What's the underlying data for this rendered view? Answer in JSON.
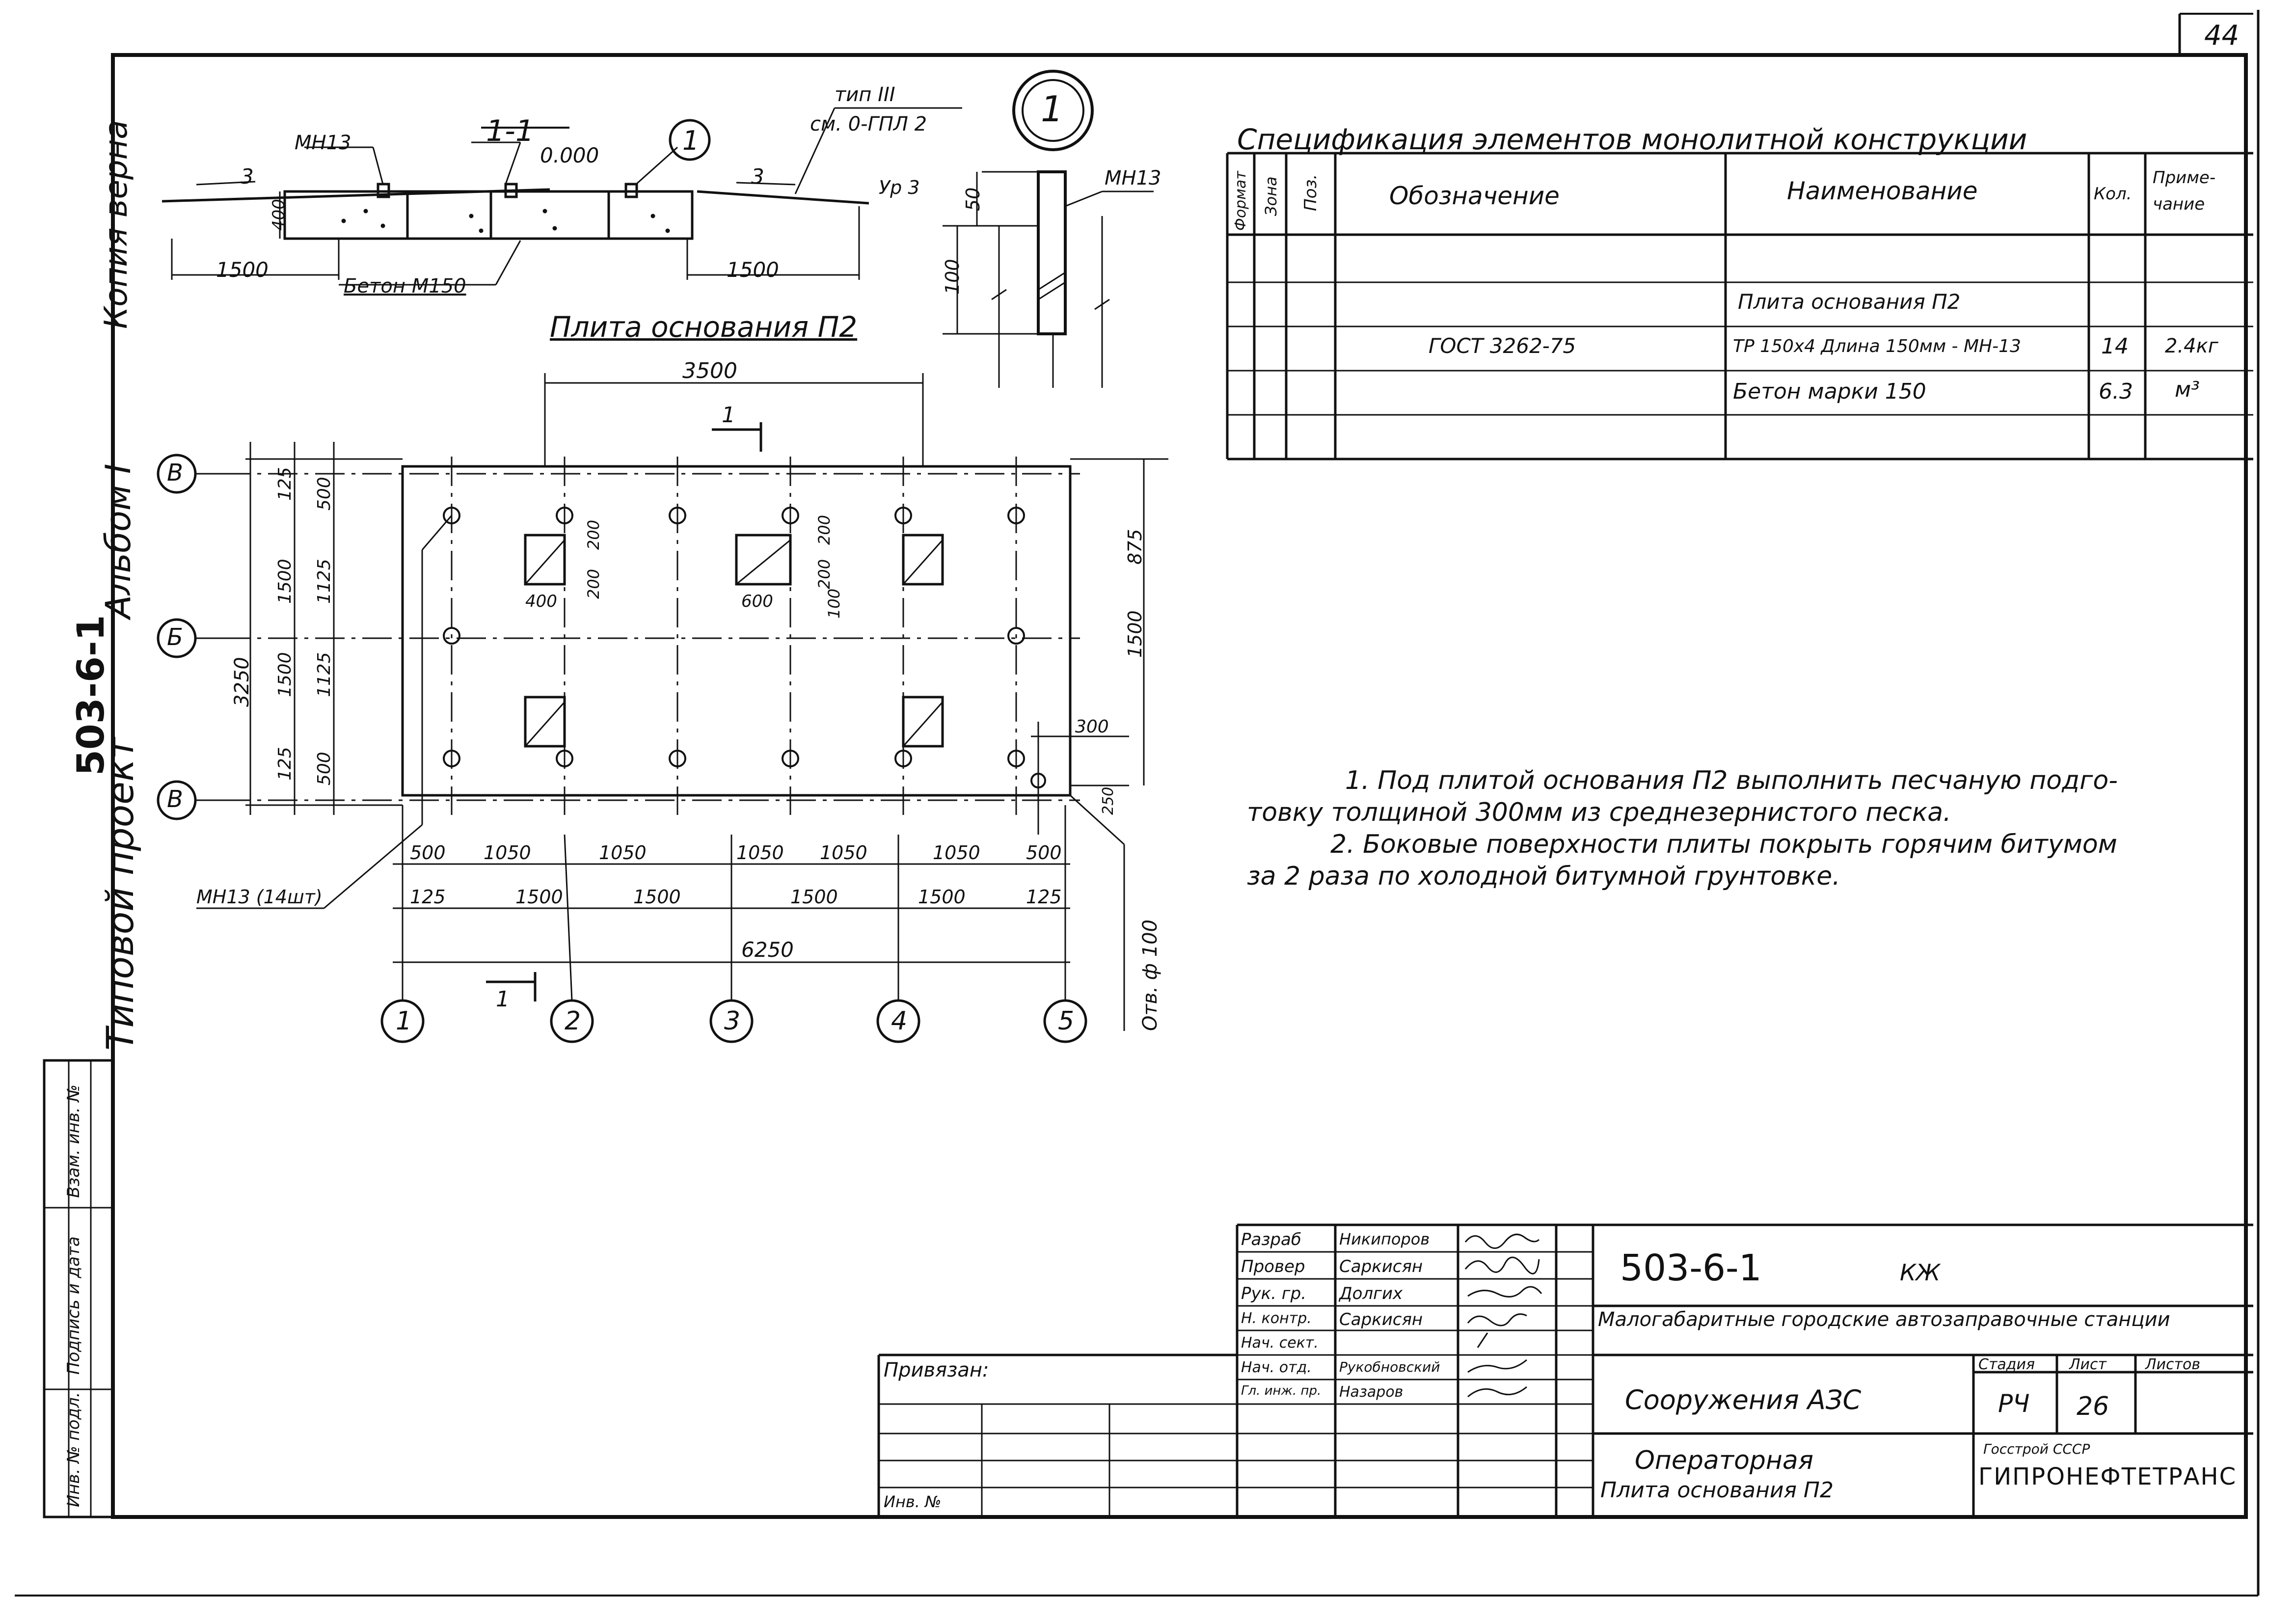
{
  "sheet_number": "44",
  "margin": {
    "copy_verified": "Копия верна",
    "project_label": "Типовой проект",
    "project_code": "503-6-1",
    "album": "Альбом I",
    "stamp_cells": [
      "Инв. № подл.",
      "Подпись и дата",
      "Взам. инв. №"
    ]
  },
  "section": {
    "title": "1-1",
    "type_note_line1": "тип III",
    "type_note_line2": "см. 0-ГПЛ 2",
    "elevation": "0.000",
    "embed": "МН13",
    "concrete": "Бетон М150",
    "thickness": "400",
    "slope_left": "3",
    "slope_right": "3",
    "slope_tag": "Ур 3",
    "width_left": "1500",
    "width_right": "1500",
    "callout": "1"
  },
  "detail": {
    "callout": "1",
    "embed": "МН13",
    "dim_top": "50",
    "dim_mid": "100"
  },
  "plan": {
    "title": "Плита основания П2",
    "dim_top": "3500",
    "section_mark": "1",
    "axes_rows": [
      "В",
      "Б",
      "В"
    ],
    "axes_cols": [
      "1",
      "2",
      "3",
      "4",
      "5"
    ],
    "left_dims": [
      "125",
      "1500",
      "1500",
      "125"
    ],
    "left_sub": [
      "500",
      "1125",
      "1125",
      "500"
    ],
    "left_total": "3250",
    "right_dims": [
      "875",
      "1500"
    ],
    "right_small": [
      "300",
      "250"
    ],
    "opening_dims": [
      "200",
      "200",
      "400",
      "600",
      "200",
      "200",
      "100"
    ],
    "bottom_row1": [
      "500",
      "1050",
      "1050",
      "1050",
      "1050",
      "1050",
      "500"
    ],
    "bottom_row2": [
      "125",
      "1500",
      "1500",
      "1500",
      "1500",
      "125"
    ],
    "bottom_total": "6250",
    "embed_count": "МН13 (14шт)",
    "hole_note": "Отв. ф 100"
  },
  "spec": {
    "title": "Спецификация элементов монолитной конструкции",
    "headers": [
      "Формат",
      "Зона",
      "Поз.",
      "Обозначение",
      "Наименование",
      "Кол.",
      "Приме-чание"
    ],
    "rows": [
      {
        "designation": "",
        "name": "Плита основания П2",
        "qty": "",
        "note": ""
      },
      {
        "designation": "ГОСТ 3262-75",
        "name": "ТР 150х4 Длина 150мм - МН-13",
        "qty": "14",
        "note": "2.4кг"
      },
      {
        "designation": "",
        "name": "Бетон марки 150",
        "qty": "6.3",
        "note": "м³"
      }
    ]
  },
  "notes": [
    "1. Под плитой основания П2 выполнить песчаную подго-",
    "товку толщиной   300мм из среднезернистого песка.",
    "2. Боковые поверхности плиты покрыть горячим битумом",
    "за 2 раза по холодной битумной грунтовке."
  ],
  "title_block": {
    "roles": [
      "Разраб",
      "Провер",
      "Рук. гр.",
      "Н. контр.",
      "Нач. сект.",
      "Нач. отд.",
      "Гл. инж. пр."
    ],
    "names": [
      "Никипоров",
      "Саркисян",
      "Долгих",
      "Саркисян",
      "",
      "Рукобновский",
      "Назаров"
    ],
    "binding_label": "Привязан:",
    "inv_label": "Инв. №",
    "doc_code": "503-6-1",
    "doc_mark": "КЖ",
    "project_name": "Малогабаритные городские автозаправочные станции",
    "building": "Сооружения АЗС",
    "stage_label": "Стадия",
    "sheet_label": "Лист",
    "sheets_label": "Листов",
    "stage": "РЧ",
    "sheet": "26",
    "drawing_line1": "Операторная",
    "drawing_line2": "Плита основания П2",
    "org_line1": "Госстрой СССР",
    "org_line2": "ГИПРОНЕФТЕТРАНС"
  }
}
